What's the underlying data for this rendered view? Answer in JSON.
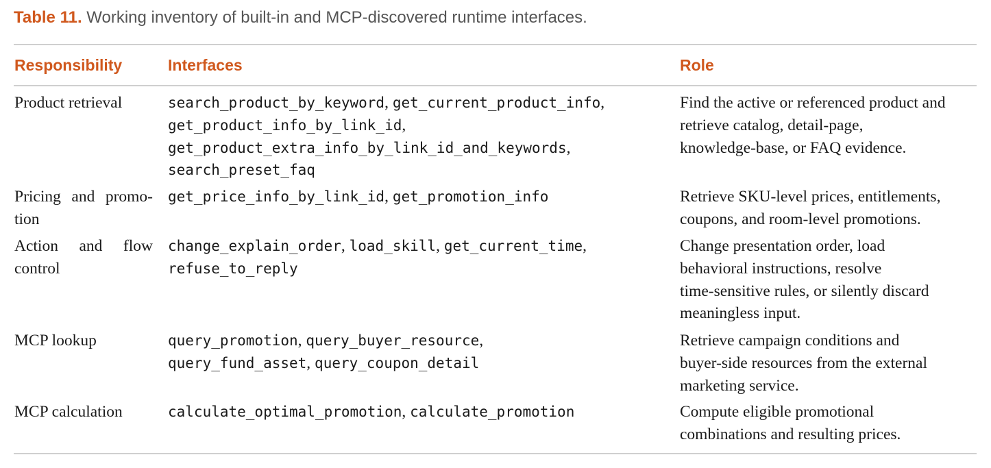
{
  "caption": {
    "label": "Table 11.",
    "text": " Working inventory of built-in and MCP-discovered runtime interfaces."
  },
  "headers": {
    "responsibility": "Responsibility",
    "interfaces": "Interfaces",
    "role": "Role"
  },
  "rows": [
    {
      "responsibility": [
        "Product retrieval"
      ],
      "interfaces": [
        [
          "search_product_by_keyword",
          ", ",
          "get_current_product_info",
          ","
        ],
        [
          "get_product_info_by_link_id",
          ","
        ],
        [
          "get_product_extra_info_by_link_id_and_keywords",
          ","
        ],
        [
          "search_preset_faq"
        ]
      ],
      "role": [
        "Find the active or referenced product and",
        "retrieve catalog, detail-page,",
        "knowledge-base, or FAQ evidence."
      ]
    },
    {
      "responsibility": [
        "Pricing and promo-",
        "tion"
      ],
      "interfaces": [
        [
          "get_price_info_by_link_id",
          ", ",
          "get_promotion_info"
        ]
      ],
      "role": [
        "Retrieve SKU-level prices, entitlements,",
        "coupons, and room-level promotions."
      ]
    },
    {
      "responsibility": [
        "Action and flow",
        "control"
      ],
      "interfaces": [
        [
          "change_explain_order",
          ", ",
          "load_skill",
          ", ",
          "get_current_time",
          ","
        ],
        [
          "refuse_to_reply"
        ]
      ],
      "role": [
        "Change presentation order, load",
        "behavioral instructions, resolve",
        "time-sensitive rules, or silently discard",
        "meaningless input."
      ]
    },
    {
      "responsibility": [
        "MCP lookup"
      ],
      "interfaces": [
        [
          "query_promotion",
          ", ",
          "query_buyer_resource",
          ","
        ],
        [
          "query_fund_asset",
          ", ",
          "query_coupon_detail"
        ]
      ],
      "role": [
        "Retrieve campaign conditions and",
        "buyer-side resources from the external",
        "marketing service."
      ]
    },
    {
      "responsibility": [
        "MCP calculation"
      ],
      "interfaces": [
        [
          "calculate_optimal_promotion",
          ", ",
          "calculate_promotion"
        ]
      ],
      "role": [
        "Compute eligible promotional",
        "combinations and resulting prices."
      ]
    }
  ],
  "colors": {
    "accent": "#d0581d",
    "caption_text": "#555555",
    "rule": "#cfcfcf",
    "body_text": "#1a1a1a"
  }
}
